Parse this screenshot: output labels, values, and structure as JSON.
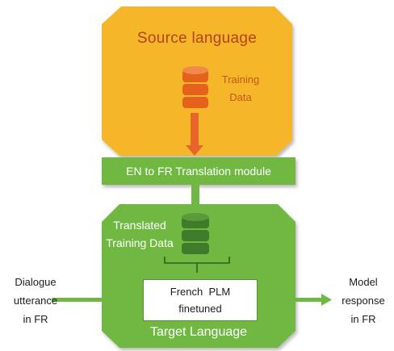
{
  "source": {
    "title": "Source language",
    "data_line1": "Training",
    "data_line2": "Data"
  },
  "module": {
    "label": "EN to FR Translation module"
  },
  "target": {
    "data_line1": "Translated",
    "data_line2": "Training Data",
    "model_line1": "French  PLM",
    "model_line2": "finetuned",
    "title": "Target Language"
  },
  "input": {
    "line1": "Dialogue",
    "line2": "utterance",
    "line3": "in FR"
  },
  "output": {
    "line1": "Model",
    "line2": "response",
    "line3": "in FR"
  },
  "colors": {
    "source_fill": "#f6b62c",
    "source_title": "#b5421a",
    "db_orange": "#e4621c",
    "arrow_orange": "#e8652a",
    "green_fill": "#6fb843",
    "green_dark": "#3f7a25",
    "db_green": "#3f7b2a"
  },
  "icons": [
    "database-icon",
    "database-icon"
  ]
}
